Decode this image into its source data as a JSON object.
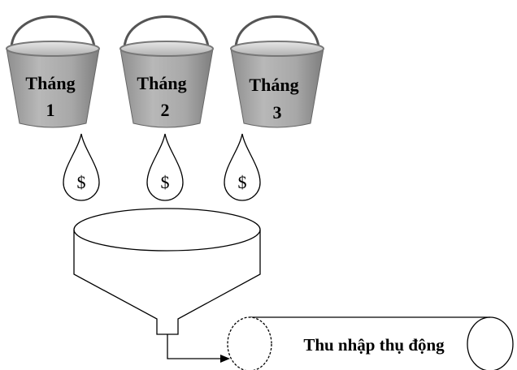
{
  "buckets": [
    {
      "line1": "Tháng",
      "line2": "1"
    },
    {
      "line1": "Tháng",
      "line2": "2"
    },
    {
      "line1": "Tháng",
      "line2": "3"
    }
  ],
  "drops": [
    {
      "symbol": "$"
    },
    {
      "symbol": "$"
    },
    {
      "symbol": "$"
    }
  ],
  "pipe": {
    "label": "Thu nhập thụ động"
  },
  "colors": {
    "bucket_body": "#a9a9a9",
    "bucket_rim": "#d6d6d6",
    "line": "#000000"
  }
}
